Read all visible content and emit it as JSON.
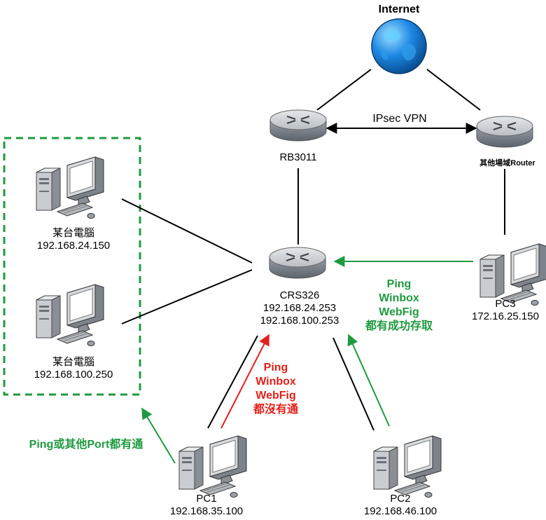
{
  "colors": {
    "green": "#1e9a3f",
    "red": "#e3201b",
    "dash": "#1e9a3f",
    "line": "#000000"
  },
  "nodes": {
    "internet": {
      "label": "Internet",
      "icon": "globe-icon"
    },
    "rb3011": {
      "label": "RB3011",
      "icon": "router-icon"
    },
    "other_router": {
      "label": "其他場域Router",
      "icon": "router-icon"
    },
    "crs326": {
      "label": "CRS326",
      "ip1": "192.168.24.253",
      "ip2": "192.168.100.253",
      "icon": "router-icon"
    },
    "pc_a": {
      "label": "某台電腦",
      "ip": "192.168.24.150",
      "icon": "desktop-computer-icon"
    },
    "pc_b": {
      "label": "某台電腦",
      "ip": "192.168.100.250",
      "icon": "desktop-computer-icon"
    },
    "pc1": {
      "label": "PC1",
      "ip": "192.168.35.100",
      "icon": "desktop-computer-icon"
    },
    "pc2": {
      "label": "PC2",
      "ip": "192.168.46.100",
      "icon": "desktop-computer-icon"
    },
    "pc3": {
      "label": "PC3",
      "ip": "172.16.25.150",
      "icon": "desktop-computer-icon"
    }
  },
  "links": {
    "ipsec": "IPsec VPN"
  },
  "annotations": {
    "pc3_ok": [
      "Ping",
      "Winbox",
      "WebFig",
      "都有成功存取"
    ],
    "pc1_fail": [
      "Ping",
      "Winbox",
      "WebFig",
      "都沒有通"
    ],
    "pc1_group": "Ping或其他Port都有通"
  }
}
